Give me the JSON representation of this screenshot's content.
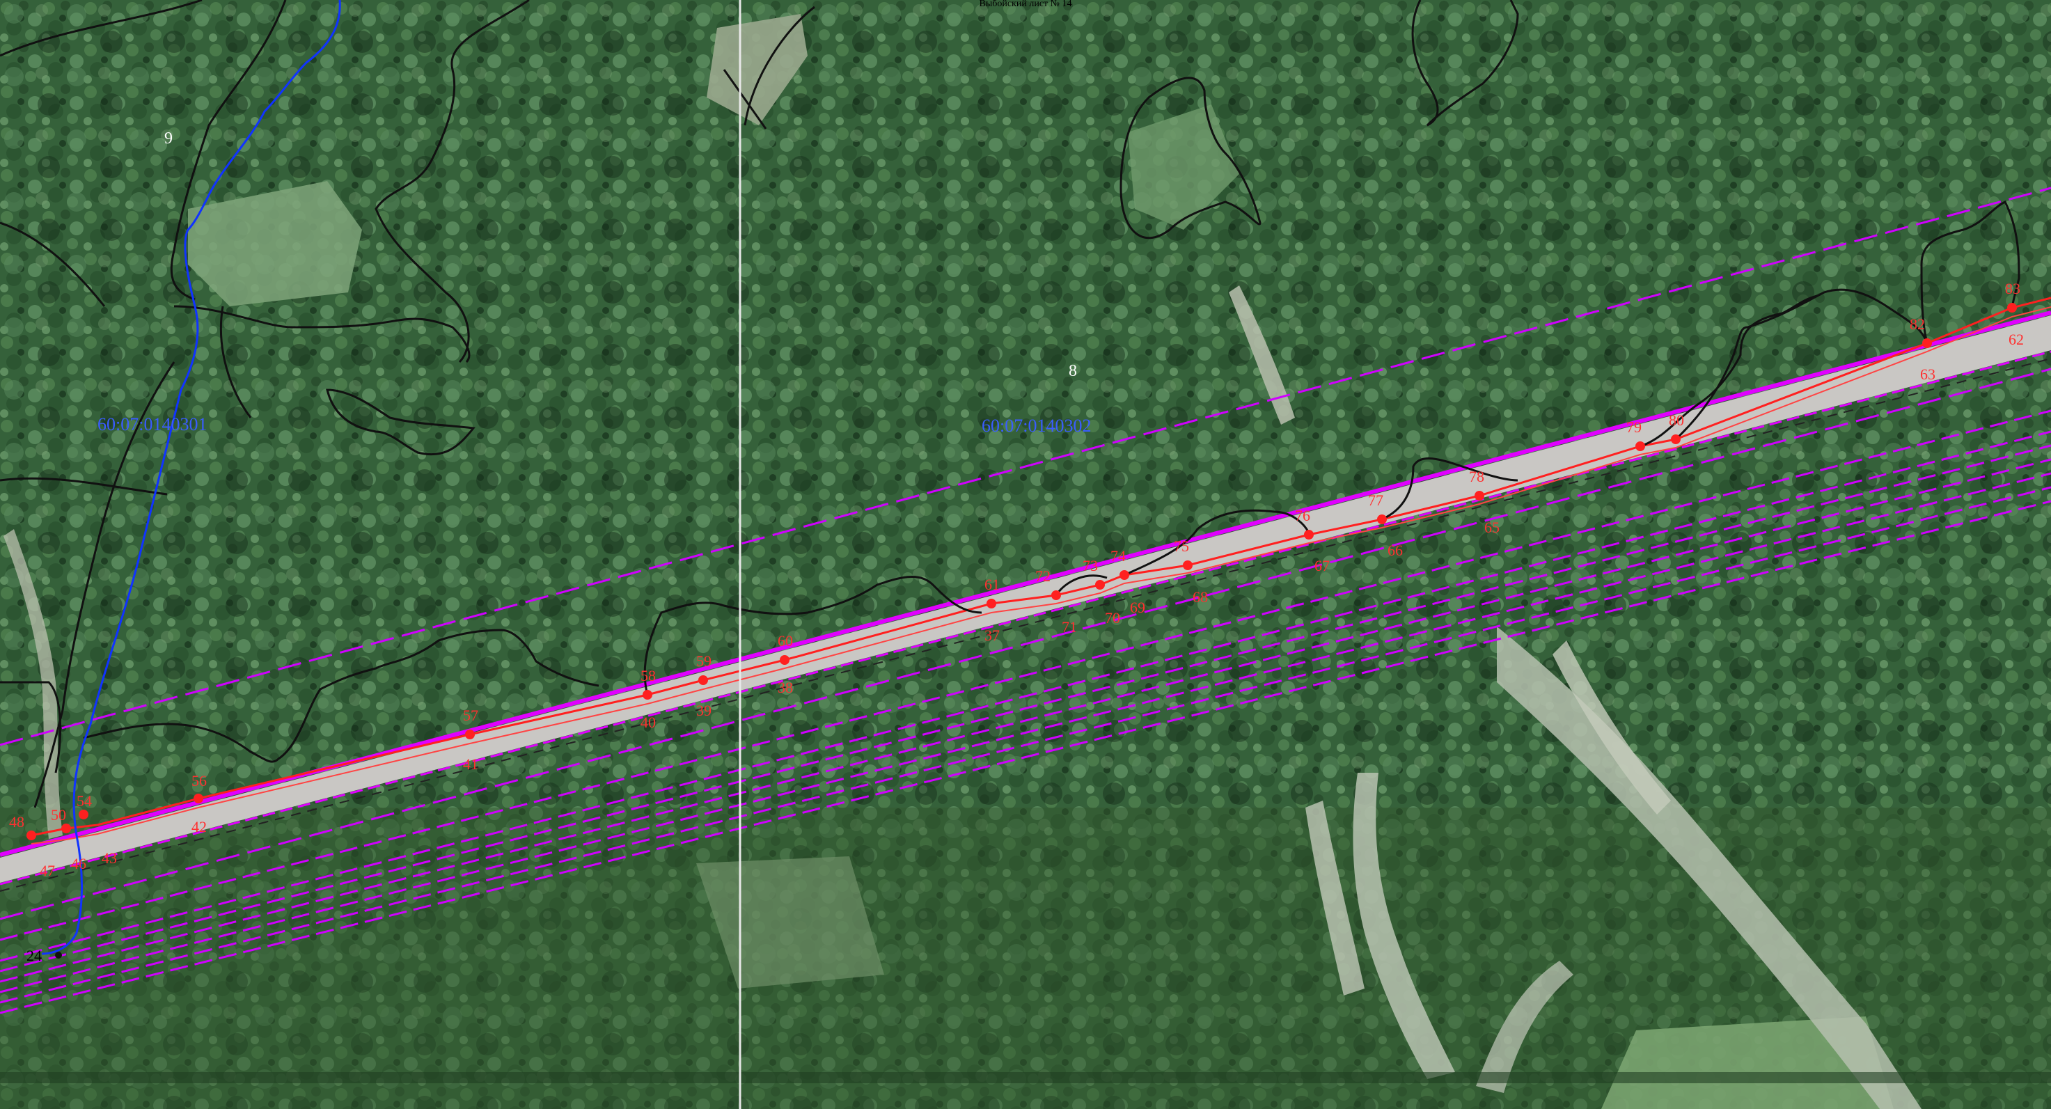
{
  "header": {
    "title": "Выбойский лист № 14"
  },
  "cadastral_labels": [
    {
      "id": "quarter-left",
      "text": "60:07:0140301"
    },
    {
      "id": "quarter-right",
      "text": "60:07:0140302"
    }
  ],
  "zone_labels": [
    {
      "id": "zone-left",
      "text": "9"
    },
    {
      "id": "zone-right",
      "text": "8"
    }
  ],
  "hydro_point": {
    "text": "24"
  },
  "colors": {
    "road": "#c9c7c4",
    "border_red": "#ff2020",
    "boundary_magenta": "#d000ff",
    "parcel_black": "#111111",
    "stream_blue": "#1033ff",
    "forest_dark": "#2f5a33",
    "forest_mid": "#3f6d42",
    "clearing": "#7da07a",
    "riverbed": "#b8c2b0"
  },
  "points_north": [
    {
      "n": "48"
    },
    {
      "n": "50"
    },
    {
      "n": "54"
    },
    {
      "n": "56"
    },
    {
      "n": "57"
    },
    {
      "n": "58"
    },
    {
      "n": "59"
    },
    {
      "n": "60"
    },
    {
      "n": "61"
    },
    {
      "n": "72"
    },
    {
      "n": "73"
    },
    {
      "n": "74"
    },
    {
      "n": "75"
    },
    {
      "n": "76"
    },
    {
      "n": "77"
    },
    {
      "n": "78"
    },
    {
      "n": "79"
    },
    {
      "n": "80"
    },
    {
      "n": "82"
    },
    {
      "n": "83"
    }
  ],
  "points_south": [
    {
      "n": "47"
    },
    {
      "n": "46"
    },
    {
      "n": "43"
    },
    {
      "n": "42"
    },
    {
      "n": "41"
    },
    {
      "n": "40"
    },
    {
      "n": "39"
    },
    {
      "n": "38"
    },
    {
      "n": "37"
    },
    {
      "n": "71"
    },
    {
      "n": "70"
    },
    {
      "n": "69"
    },
    {
      "n": "68"
    },
    {
      "n": "67"
    },
    {
      "n": "66"
    },
    {
      "n": "65"
    },
    {
      "n": "63"
    },
    {
      "n": "62"
    }
  ]
}
